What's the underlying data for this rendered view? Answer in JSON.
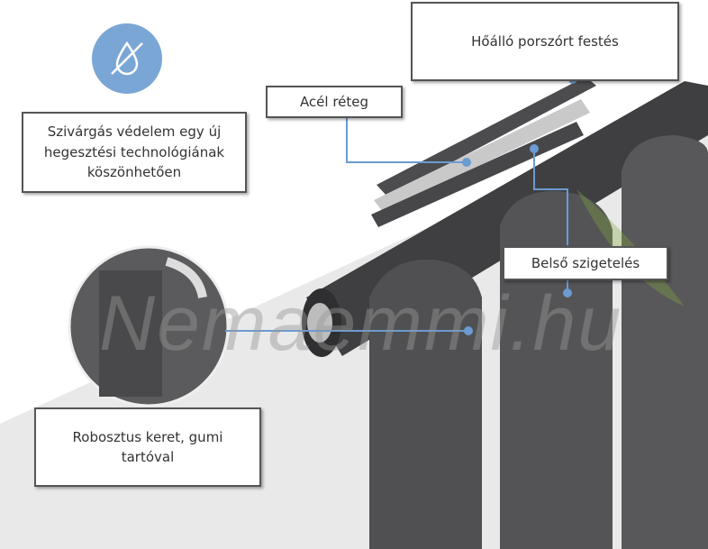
{
  "labels": {
    "coating": "Hőálló porszórt festés",
    "steel": "Acél réteg",
    "leak": "Szivárgás védelem egy új hegesztési technológiának köszönhetően",
    "insulation": "Belső szigetelés",
    "frame": "Robosztus keret, gumi tartóval"
  },
  "watermark": "Nemaemmi.hu",
  "colors": {
    "accent": "#6b9bd1",
    "radiator": "#4a4a4c",
    "icon_bg": "#7aa6d6"
  }
}
